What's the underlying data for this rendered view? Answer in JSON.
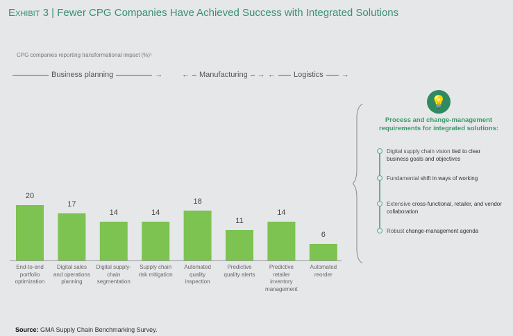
{
  "title": {
    "exhibit": "Exhibit 3",
    "separator": "|",
    "text": "Fewer CPG Companies Have Achieved Success with Integrated Solutions"
  },
  "segments": [
    "Business planning",
    "Manufacturing",
    "Logistics"
  ],
  "panel": {
    "heading": "Process and change-management requirements for integrated solutions:",
    "items": [
      {
        "plain": "Digital supply chain vision",
        "bold": "tied to clear business goals and objectives"
      },
      {
        "plain": "Fundamental",
        "bold": "shift in ways of working"
      },
      {
        "plain": "Extensive",
        "bold": "cross-functional, retailer, and vendor collaboration"
      },
      {
        "plain": "Robust",
        "bold": "change-management agenda"
      }
    ]
  },
  "source": {
    "label": "Source:",
    "text": "GMA Supply Chain Benchmarking Survey."
  },
  "colors": {
    "bar": "#7cc352",
    "title": "#3a8f73"
  },
  "chart_data": {
    "type": "bar",
    "title": "CPG companies reporting transformational impact (%)¹",
    "categories": [
      "End-to-end portfolio optimization",
      "Digital sales and operations planning",
      "Digital supply-chain segmentation",
      "Supply chain risk mitigation",
      "Automated quality inspection",
      "Predictive quality alerts",
      "Predictive retailer inventory management",
      "Automated reorder"
    ],
    "values": [
      20,
      17,
      14,
      14,
      18,
      11,
      14,
      6
    ],
    "ylim": [
      0,
      20
    ],
    "grid": false
  }
}
